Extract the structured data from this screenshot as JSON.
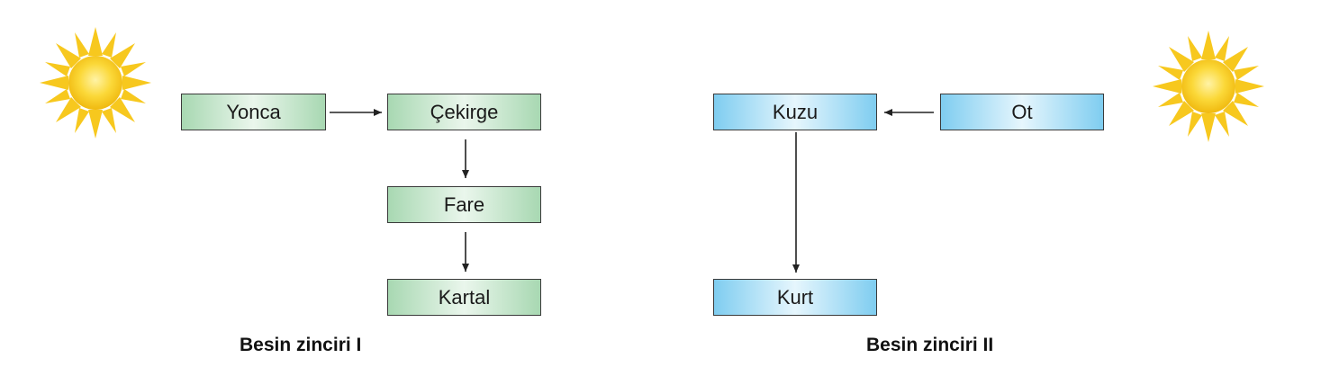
{
  "chain1": {
    "caption": "Besin zinciri I",
    "nodes": {
      "yonca": "Yonca",
      "cekirge": "Çekirge",
      "fare": "Fare",
      "kartal": "Kartal"
    }
  },
  "chain2": {
    "caption": "Besin zinciri II",
    "nodes": {
      "kuzu": "Kuzu",
      "ot": "Ot",
      "kurt": "Kurt"
    }
  },
  "colors": {
    "chain1_box": "#a8d8b2",
    "chain2_box": "#7fcdf0",
    "sun": "#f7c81e",
    "arrow": "#222222"
  },
  "icons": [
    "sun-icon"
  ]
}
